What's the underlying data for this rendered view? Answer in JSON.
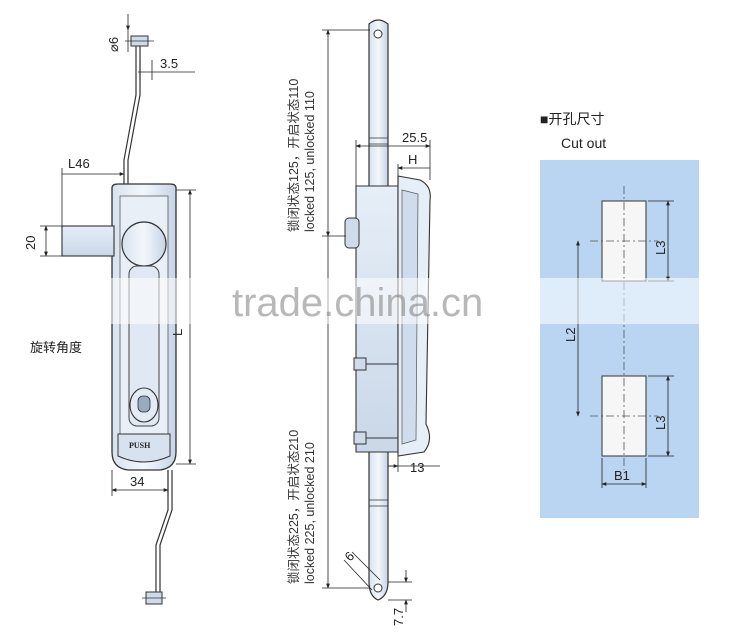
{
  "front_view": {
    "dim_hole_dia": "⌀6",
    "dim_offset": "3.5",
    "dim_l46": "L46",
    "dim_20": "20",
    "dim_l": "L",
    "dim_34": "34",
    "rotation_angle_label": "旋转角度",
    "push_label": "PUSH"
  },
  "side_view": {
    "dim_25_5": "25.5",
    "dim_h": "H",
    "dim_13": "13",
    "dim_6": "6",
    "dim_7_7": "7.7",
    "upper_note_cn": "锁闭状态125，开启状态110",
    "upper_note_en": "locked 125, unlocked 110",
    "lower_note_cn": "锁闭状态225，开启状态210",
    "lower_note_en": "locked 225, unlocked 210"
  },
  "cutout": {
    "title_cn": "■开孔尺寸",
    "title_en": "Cut out",
    "dim_l3_top": "L3",
    "dim_l2": "L2",
    "dim_l3_bottom": "L3",
    "dim_b1": "B1",
    "panel_color": "#b9d5f1"
  },
  "watermark": "trade.china.cn"
}
